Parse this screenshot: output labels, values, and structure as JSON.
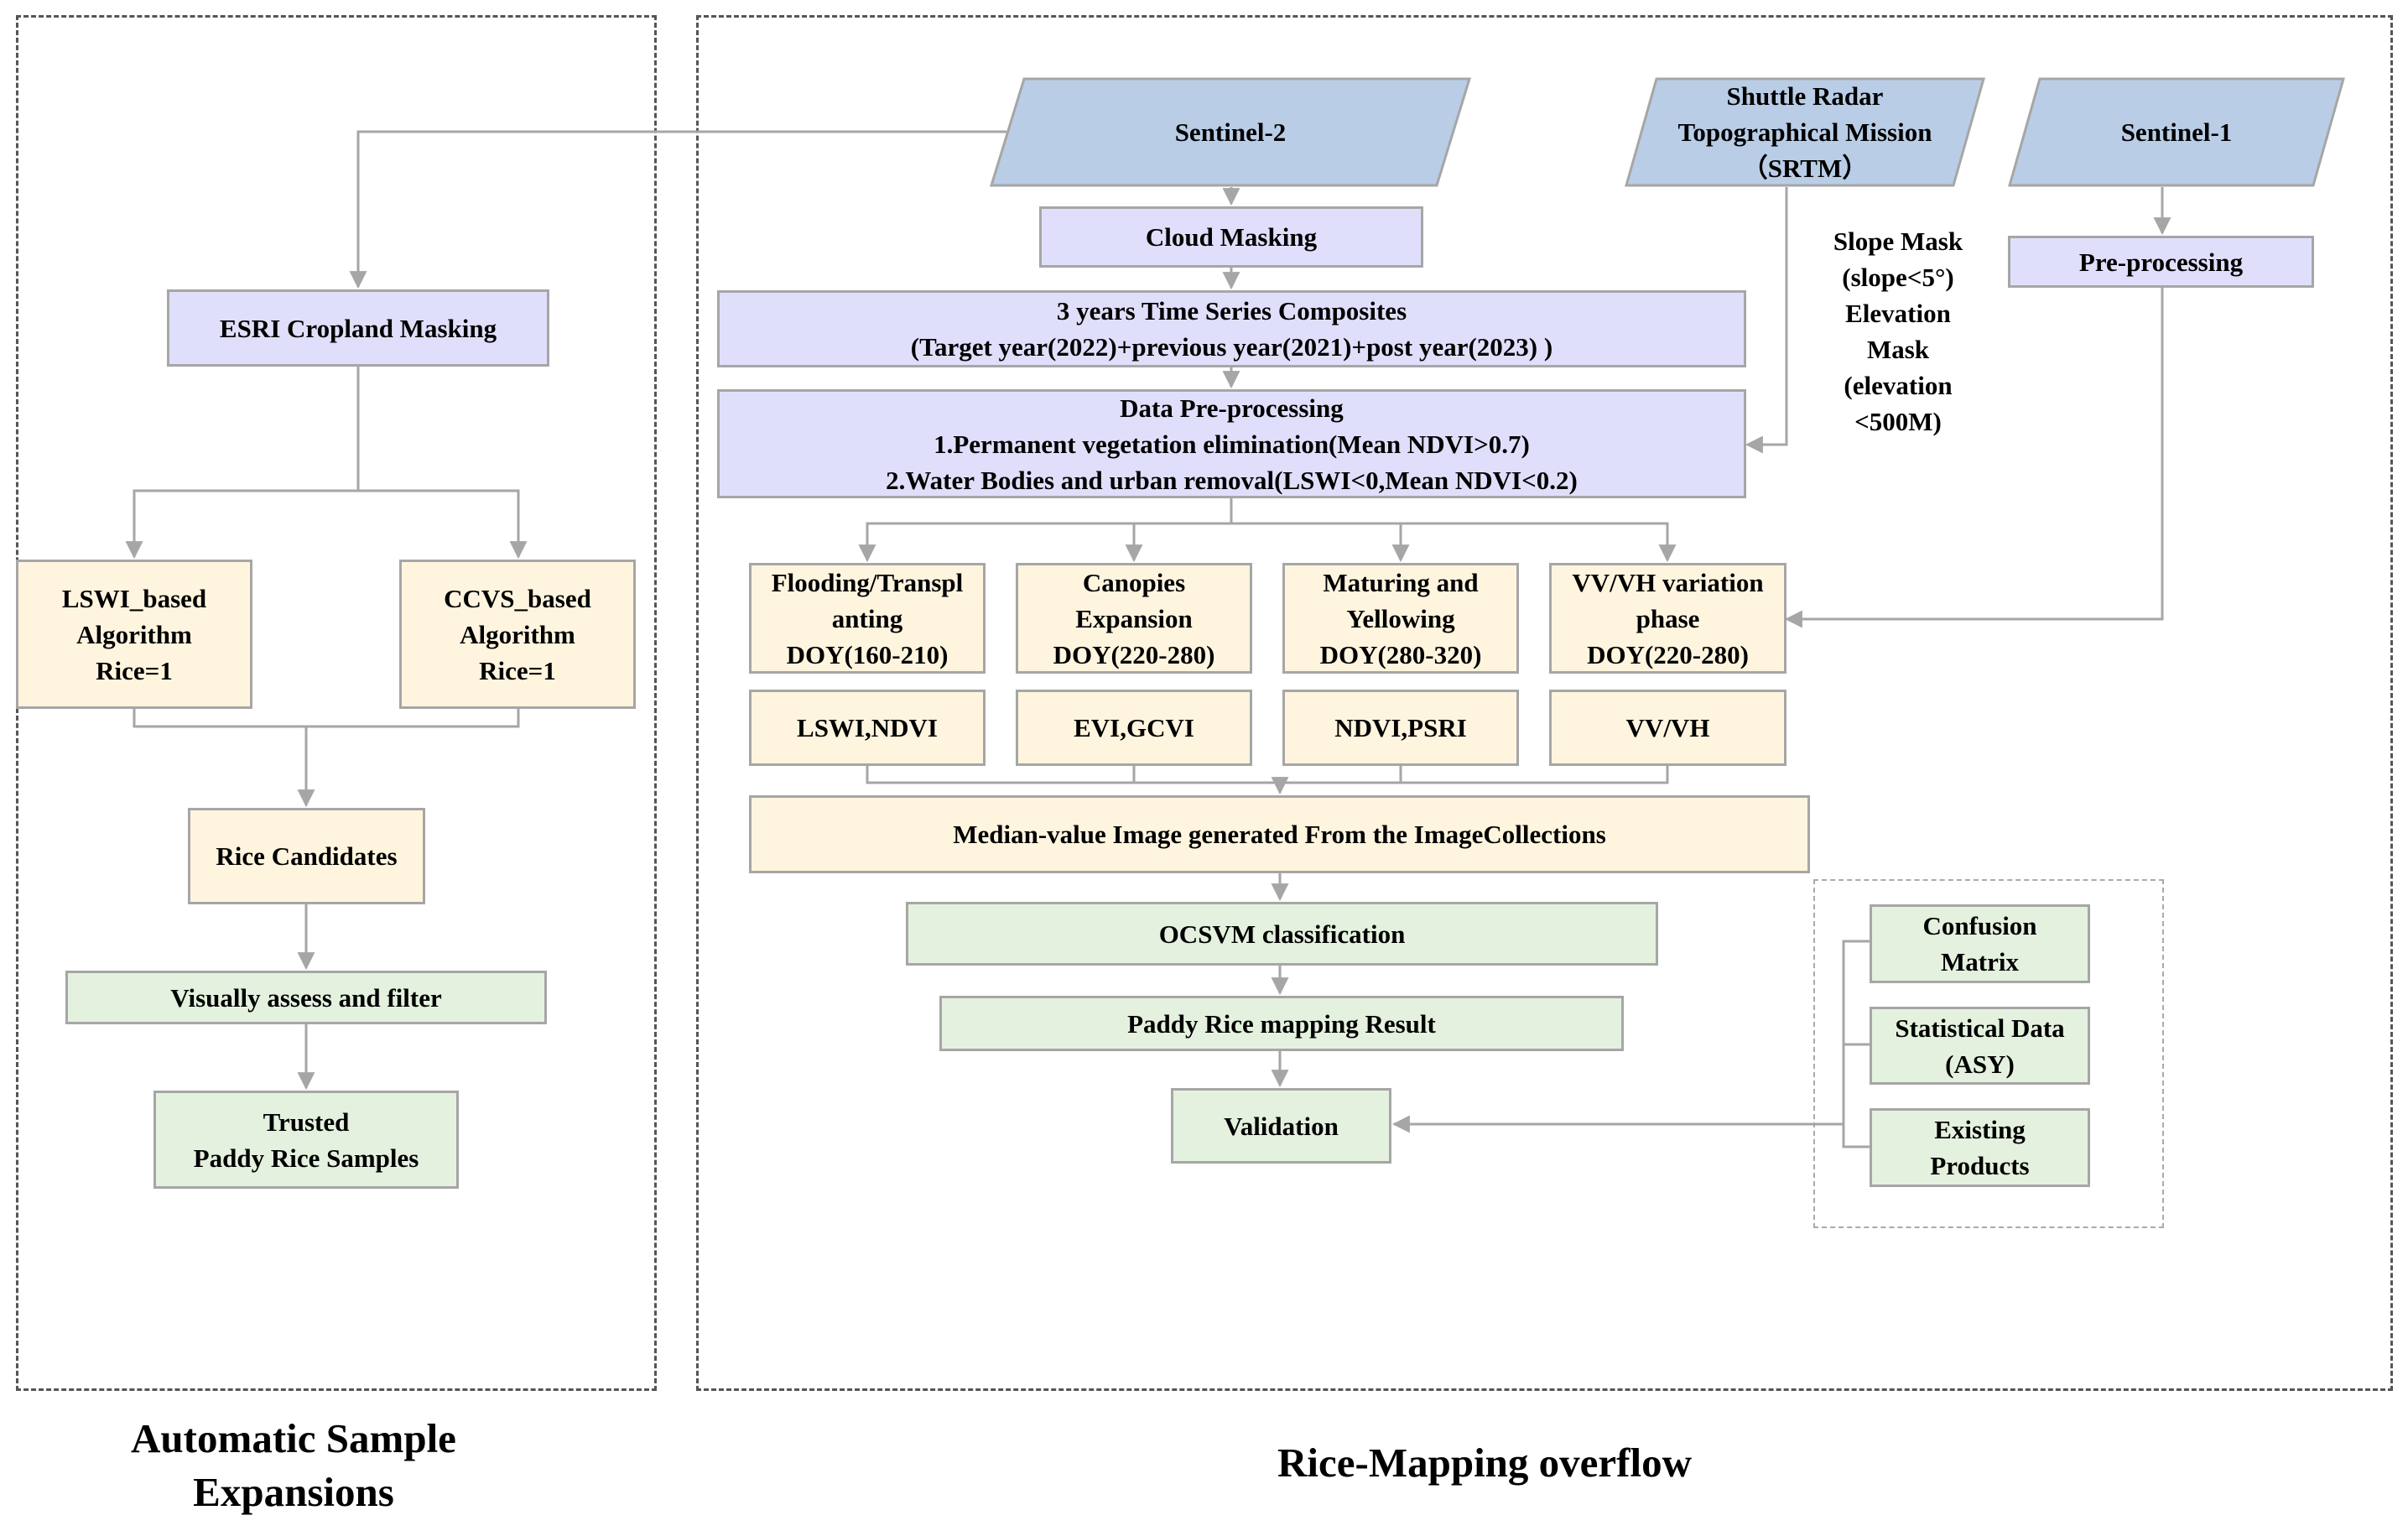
{
  "left_panel": {
    "caption": "Automatic Sample\nExpansions",
    "esri_cropland_masking": "ESRI Cropland Masking",
    "lswi_algorithm": "LSWI_based\nAlgorithm\nRice=1",
    "ccvs_algorithm": "CCVS_based\nAlgorithm\nRice=1",
    "rice_candidates": "Rice Candidates",
    "visually_assess": "Visually assess and filter",
    "trusted_samples": "Trusted\nPaddy Rice Samples"
  },
  "right_panel": {
    "caption": "Rice-Mapping overflow",
    "sources": {
      "sentinel2": "Sentinel-2",
      "srtm": "Shuttle Radar\nTopographical Mission\n（SRTM）",
      "sentinel1": "Sentinel-1"
    },
    "cloud_masking": "Cloud Masking",
    "composites": "3 years Time Series Composites\n(Target year(2022)+previous year(2021)+post year(2023) )",
    "data_preprocessing": "Data Pre-processing\n1.Permanent vegetation elimination(Mean NDVI>0.7)\n2.Water Bodies and urban removal(LSWI<0,Mean NDVI<0.2)",
    "slope_mask_note": "Slope Mask\n(slope<5°)\nElevation\nMask\n(elevation\n<500M)",
    "s1_preprocessing": "Pre-processing",
    "phases": [
      {
        "phase": "Flooding/Transpl\nanting\nDOY(160-210)",
        "indices": "LSWI,NDVI"
      },
      {
        "phase": "Canopies\nExpansion\nDOY(220-280)",
        "indices": "EVI,GCVI"
      },
      {
        "phase": "Maturing and\nYellowing\nDOY(280-320)",
        "indices": "NDVI,PSRI"
      },
      {
        "phase": "VV/VH variation\nphase\nDOY(220-280)",
        "indices": "VV/VH"
      }
    ],
    "median_image": "Median-value Image generated From the ImageCollections",
    "ocsvm": "OCSVM classification",
    "mapping_result": "Paddy Rice mapping Result",
    "validation": "Validation",
    "validation_sources": [
      "Confusion\nMatrix",
      "Statistical Data\n(ASY)",
      "Existing\nProducts"
    ]
  },
  "colors": {
    "source_fill": "#b9cde6",
    "process_fill": "#e0dffb",
    "phase_fill": "#fff5df",
    "result_fill": "#e4f1df",
    "border": "#a6a6a6",
    "connector": "#a6a6a6",
    "panel_border": "#555555"
  }
}
